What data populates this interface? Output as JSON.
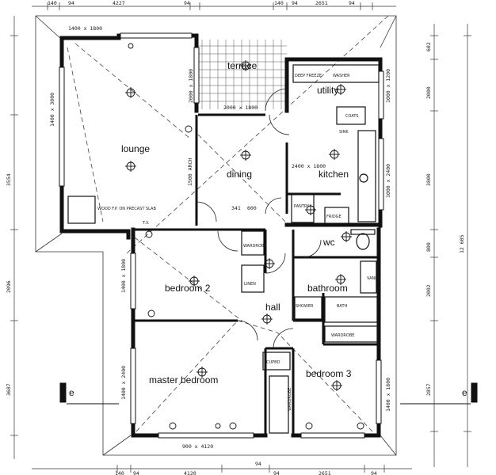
{
  "plan": {
    "rooms": {
      "terrace": "terrace",
      "utility": "utility",
      "lounge": "lounge",
      "dining": "dining",
      "kitchen": "kitchen",
      "wc": "wc",
      "bedroom2": "bedroom 2",
      "bathroom": "bathroom",
      "hall": "hall",
      "master_bedroom": "master bedroom",
      "bedroom3": "bedroom 3"
    },
    "top_dims": [
      "140",
      "94",
      "4227",
      "94",
      "140",
      "94",
      "2651",
      "94"
    ],
    "bottom_dims": [
      "140",
      "94",
      "4120",
      "94",
      "94",
      "2651",
      "94"
    ],
    "left_dims": [
      "3554",
      "2096",
      "3687"
    ],
    "right_dims": [
      "602",
      "2000",
      "3800",
      "800",
      "2002",
      "2857",
      "12 605"
    ],
    "window_sizes": {
      "lounge_top": "1400 x 1800",
      "lounge_left": "1400 x 3000",
      "terrace_right": "2000 x 1800",
      "terrace_opening": "2000 x 1800",
      "utility_right": "1000 x 1200",
      "kitchen_right": "1000 x 2400",
      "dining_opening": "1500 ARCH",
      "dining_door": "2400 x 1800",
      "bedroom2_left": "1400 x 1800",
      "master_left": "1400 x 2400",
      "master_bottom": "900 x 4120",
      "bedroom3_right": "1400 x 1800",
      "hall_opening": "600",
      "dining_bottom": "341"
    },
    "fittings": {
      "deep_freeze": "DEEP FREEZE",
      "washer": "WASHER",
      "coats": "COATS",
      "sink": "SINK",
      "fridge": "FRIDGE",
      "pantry": "PANTRY",
      "wardrobe": "WARDROBE",
      "linen": "LINEN",
      "shower": "SHOWER",
      "bath": "BATH",
      "vanity": "VANITY",
      "cupbd": "CUPBD",
      "tv": "T.V.",
      "fireplace": "WOOD F.P. ON PRECAST SLAB"
    },
    "section_marks": [
      "e",
      "e"
    ]
  }
}
